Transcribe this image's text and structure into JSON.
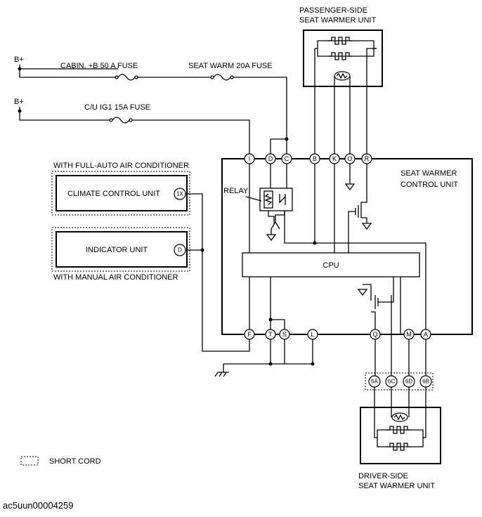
{
  "labels": {
    "passenger_unit_line1": "PASSENGER-SIDE",
    "passenger_unit_line2": "SEAT WARMER UNIT",
    "bplus_1": "B+",
    "bplus_2": "B+",
    "cabin_fuse": "CABIN. +B 50 A FUSE",
    "seat_warm_fuse": "SEAT WARM 20A FUSE",
    "cu_ig1_fuse": "C/U IG1 15A FUSE",
    "with_full_auto": "WITH FULL-AUTO AIR CONDITIONER",
    "climate_control_unit": "CLIMATE CONTROL UNIT",
    "indicator_unit": "INDICATOR UNIT",
    "with_manual": "WITH MANUAL AIR CONDITIONER",
    "control_unit_line1": "SEAT WARMER",
    "control_unit_line2": "CONTROL UNIT",
    "relay": "RELAY",
    "cpu": "CPU",
    "short_cord": "SHORT CORD",
    "driver_unit_line1": "DRIVER-SIDE",
    "driver_unit_line2": "SEAT WARMER UNIT",
    "figure_id": "ac5uun00004259"
  },
  "pins": {
    "top_I": "I",
    "top_D": "D",
    "top_C": "C",
    "top_B": "B",
    "top_K": "K",
    "top_O": "O",
    "top_R": "R",
    "bot_F": "F",
    "bot_T": "T",
    "bot_S": "S",
    "bot_L": "L",
    "bot_Q": "Q",
    "bot_M": "M",
    "bot_A": "A",
    "climate_1X": "1X",
    "indicator_D": "D",
    "drv_6A": "6A",
    "drv_6C": "6C",
    "drv_6D": "6D",
    "drv_6B": "6B"
  }
}
